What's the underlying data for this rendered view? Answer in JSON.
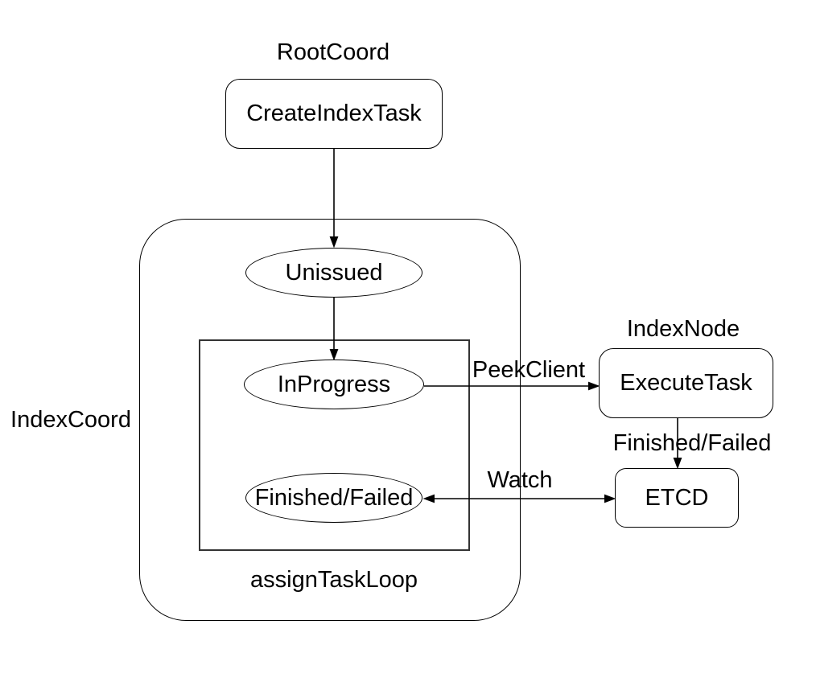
{
  "diagram": {
    "background": "#ffffff",
    "stroke_color": "#000000",
    "text_color": "#000000",
    "group_labels": {
      "root_coord": "RootCoord",
      "index_coord": "IndexCoord",
      "index_node": "IndexNode",
      "assign_task_loop": "assignTaskLoop"
    },
    "nodes": {
      "create_index_task": "CreateIndexTask",
      "unissued": "Unissued",
      "in_progress": "InProgress",
      "finished_failed": "Finished/Failed",
      "execute_task": "ExecuteTask",
      "etcd": "ETCD"
    },
    "edge_labels": {
      "peek_client": "PeekClient",
      "watch": "Watch",
      "finished_failed": "Finished/Failed"
    }
  }
}
